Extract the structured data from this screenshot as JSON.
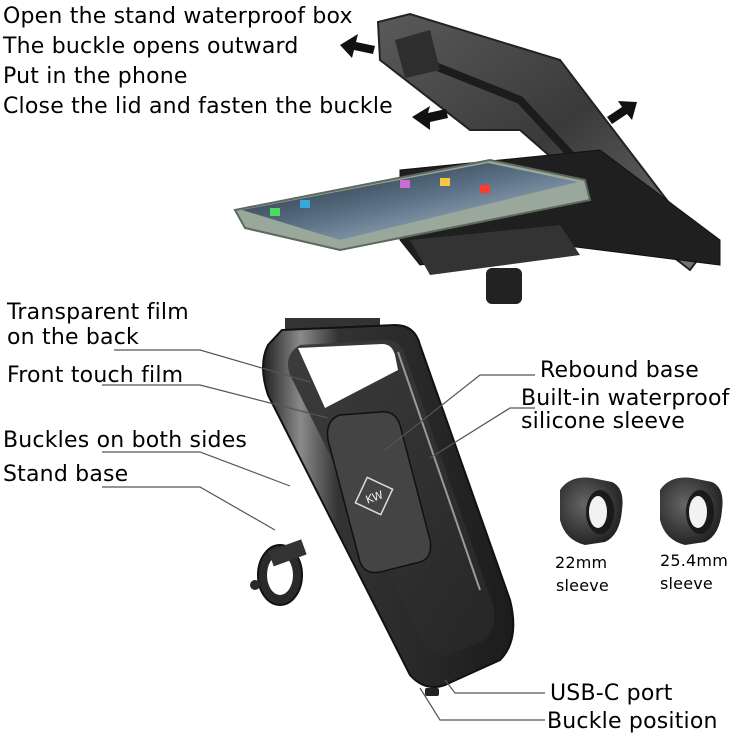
{
  "instructions": {
    "step1": "Open the stand waterproof box",
    "step2": "The buckle opens outward",
    "step3": "Put in the phone",
    "step4": "Close the lid and fasten the buckle"
  },
  "callouts_left": {
    "transparent_film_line1": "Transparent film",
    "transparent_film_line2": "on the back",
    "front_touch_film": "Front touch film",
    "buckles_both_sides": "Buckles on both sides",
    "stand_base": "Stand base"
  },
  "callouts_right": {
    "rebound_base": "Rebound base",
    "silicone_line1": "Built-in waterproof",
    "silicone_line2": "silicone sleeve",
    "usb_c_port": "USB-C port",
    "buckle_position": "Buckle position"
  },
  "sleeves": [
    {
      "size": "22mm",
      "label": "sleeve"
    },
    {
      "size": "25.4mm",
      "label": "sleeve"
    }
  ],
  "colors": {
    "case_dark": "#2b2b2b",
    "case_mid": "#4a4a4a",
    "leader_line": "#555555"
  }
}
